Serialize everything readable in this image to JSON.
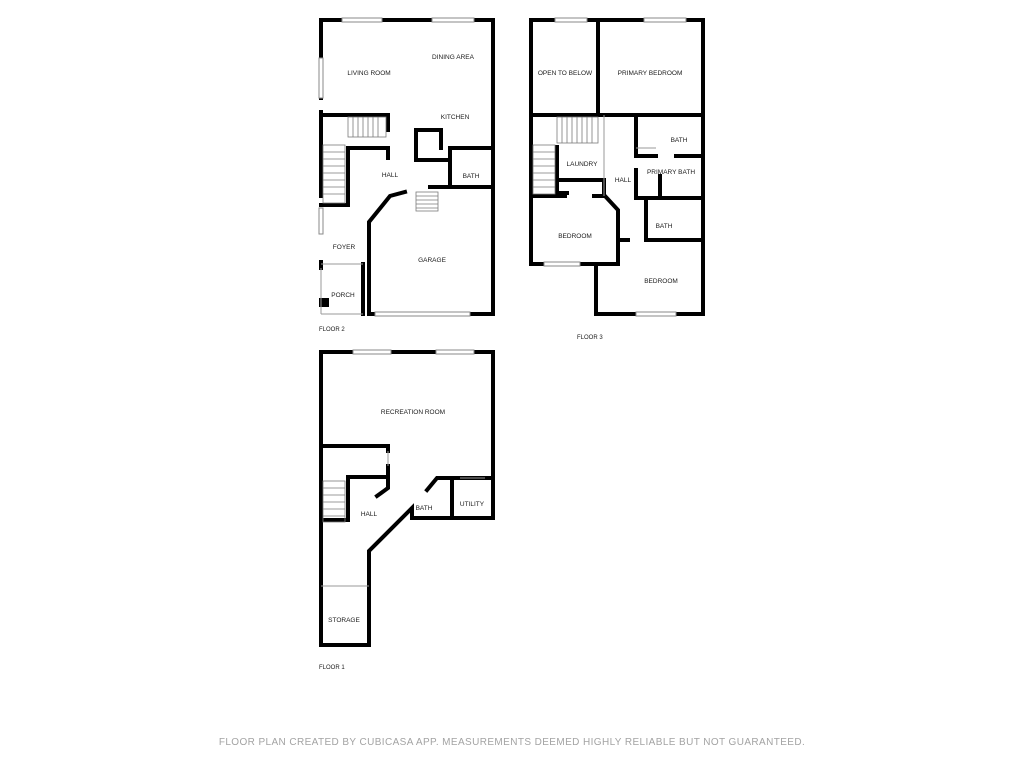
{
  "floors": [
    {
      "label": "FLOOR 2",
      "rooms": [
        "LIVING ROOM",
        "DINING AREA",
        "KITCHEN",
        "HALL",
        "BATH",
        "FOYER",
        "GARAGE",
        "PORCH"
      ]
    },
    {
      "label": "FLOOR 3",
      "rooms": [
        "OPEN TO BELOW",
        "PRIMARY BEDROOM",
        "BATH",
        "LAUNDRY",
        "HALL",
        "PRIMARY BATH",
        "BATH",
        "BEDROOM",
        "BEDROOM"
      ]
    },
    {
      "label": "FLOOR 1",
      "rooms": [
        "RECREATION ROOM",
        "HALL",
        "BATH",
        "UTILITY",
        "STORAGE"
      ]
    }
  ],
  "footer": "FLOOR PLAN CREATED BY CUBICASA APP. MEASUREMENTS DEEMED HIGHLY RELIABLE BUT NOT GUARANTEED."
}
